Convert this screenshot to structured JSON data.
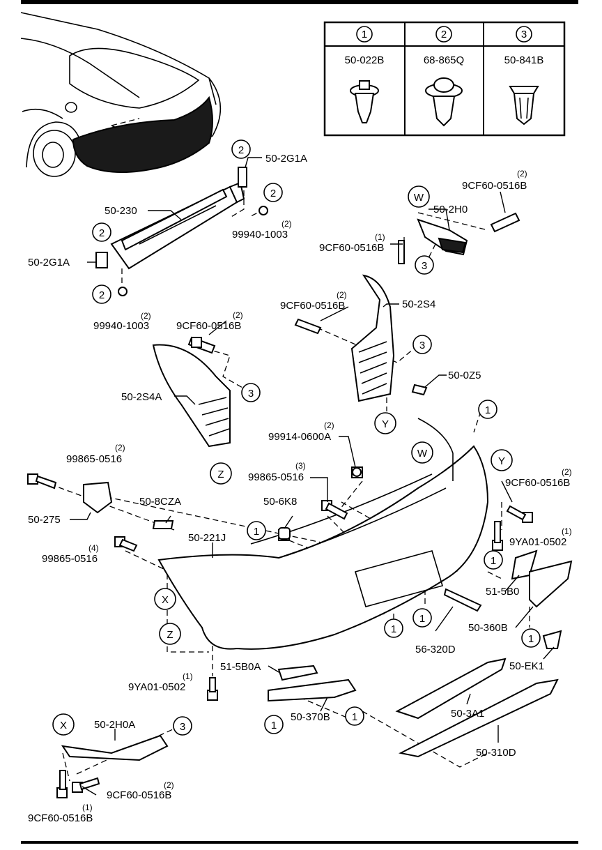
{
  "legend": {
    "headers": [
      "1",
      "2",
      "3"
    ],
    "codes": [
      "50-022B",
      "68-865Q",
      "50-841B"
    ]
  },
  "refs": {
    "W": "W",
    "X": "X",
    "Y": "Y",
    "Z": "Z",
    "one": "1",
    "two": "2",
    "three": "3"
  },
  "labels": {
    "p502G1A_top": "50-2G1A",
    "p502G1A_left": "50-2G1A",
    "p50230": "50-230",
    "p999401003_a": "99940-1003",
    "p999401003_a_qty": "(2)",
    "p999401003_b": "99940-1003",
    "p999401003_b_qty": "(2)",
    "p9CF60_hw_qty": "(2)",
    "p9CF60_hw": "9CF60-0516B",
    "p502H0": "50-2H0",
    "p9CF60_w1_qty": "(1)",
    "p9CF60_w1": "9CF60-0516B",
    "p9CF60_2s4_qty": "(2)",
    "p9CF60_2s4": "9CF60-0516B",
    "p502S4": "50-2S4",
    "p9CF60_2s4a_qty": "(2)",
    "p9CF60_2s4a": "9CF60-0516B",
    "p502S4A": "50-2S4A",
    "p500Z5": "50-0Z5",
    "p999140600A_qty": "(2)",
    "p999140600A": "99914-0600A",
    "p998650516_top_qty": "(2)",
    "p998650516_top": "99865-0516",
    "p50275": "50-275",
    "p998650516_mid_qty": "(3)",
    "p998650516_mid": "99865-0516",
    "p9CF60_y_qty": "(2)",
    "p9CF60_y": "9CF60-0516B",
    "p508CZA": "50-8CZA",
    "p506K8": "50-6K8",
    "p9YA01_r_qty": "(1)",
    "p9YA01_r": "9YA01-0502",
    "p998650516_bot_qty": "(4)",
    "p998650516_bot": "99865-0516",
    "p50221J": "50-221J",
    "p515B0": "51-5B0",
    "p50360B": "50-360B",
    "p56320D": "56-320D",
    "p50EK1": "50-EK1",
    "p515B0A": "51-5B0A",
    "p9YA01_l_qty": "(1)",
    "p9YA01_l": "9YA01-0502",
    "p50370B": "50-370B",
    "p503A1": "50-3A1",
    "p50310D": "50-310D",
    "p502H0A": "50-2H0A",
    "p9CF60_x_qty": "(2)",
    "p9CF60_x": "9CF60-0516B",
    "p9CF60_bot_qty": "(1)",
    "p9CF60_bot": "9CF60-0516B"
  }
}
